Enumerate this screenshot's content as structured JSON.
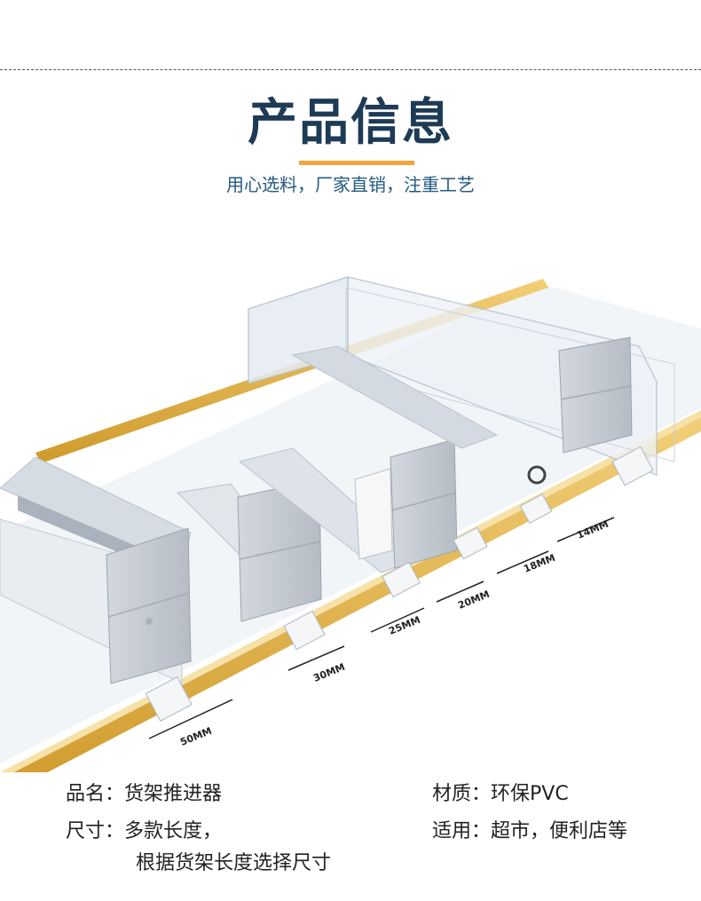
{
  "header": {
    "title": "产品信息",
    "subtitle": "用心选料，厂家直销，注重工艺"
  },
  "dimensions": [
    "50MM",
    "30MM",
    "25MM",
    "20MM",
    "18MM",
    "14MM"
  ],
  "specs": {
    "name": "品名：货架推进器",
    "size_line1": "尺寸：多款长度，",
    "size_line2": "根据货架长度选择尺寸",
    "material": "材质：环保PVC",
    "usage": "适用：超市，便利店等"
  },
  "colors": {
    "title": "#1e3b55",
    "accent_bar": "#f3a43c",
    "subtitle": "#245a80",
    "rail": "#e2b24a",
    "pusher_block": "#c4cad2"
  }
}
